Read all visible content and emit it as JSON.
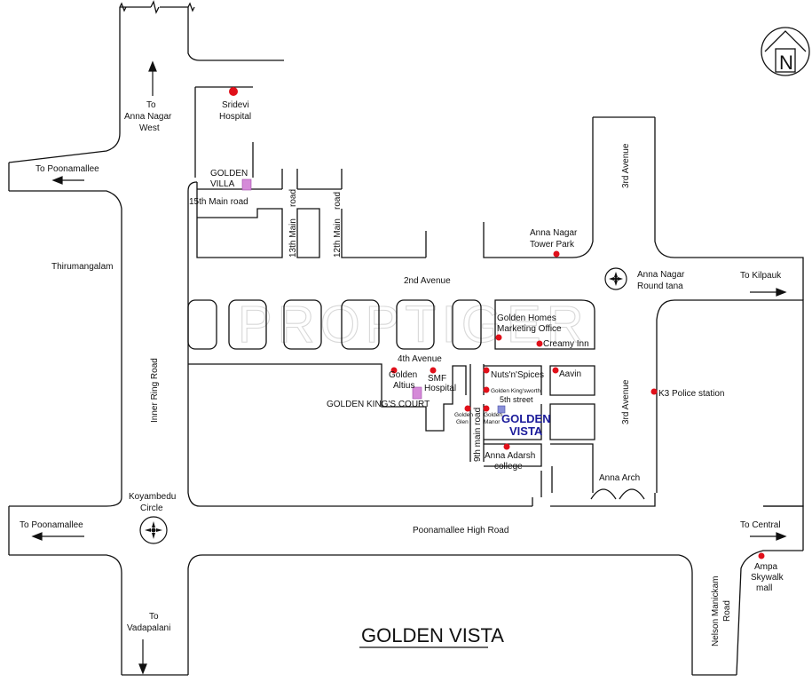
{
  "map": {
    "title": "GOLDEN VISTA",
    "watermark": "PROPTIGER",
    "compass_letter": "N",
    "colors": {
      "poi": "#e0101a",
      "property": "#d58ad8",
      "highlight_text": "#1a1a9a",
      "road": "#111111"
    },
    "direction_labels": {
      "to_anna_nagar_west_1": "To",
      "to_anna_nagar_west_2": "Anna Nagar",
      "to_anna_nagar_west_3": "West",
      "to_poonamallee_top": "To Poonamallee",
      "to_poonamallee_bottom": "To Poonamallee",
      "to_kilpauk": "To Kilpauk",
      "to_central": "To Central",
      "to_vadapalani_1": "To",
      "to_vadapalani_2": "Vadapalani"
    },
    "road_labels": {
      "main_15th": "15th Main road",
      "main_13th_a": "13th Main",
      "main_13th_b": "road",
      "main_12th_a": "12th Main",
      "main_12th_b": "road",
      "avenue_2nd": "2nd Avenue",
      "avenue_3rd_top": "3rd Avenue",
      "avenue_3rd_bottom": "3rd Avenue",
      "avenue_4th": "4th Avenue",
      "street_5th": "5th street",
      "main_9th": "9th main road",
      "inner_ring": "Inner Ring Road",
      "poonamallee_high": "Poonamallee High Road",
      "nelson_1": "Nelson Manickam",
      "nelson_2": "Road",
      "thirumangalam": "Thirumangalam"
    },
    "places": {
      "sridevi_1": "Sridevi",
      "sridevi_2": "Hospital",
      "golden_villa_1": "GOLDEN",
      "golden_villa_2": "VILLA",
      "tower_park_1": "Anna Nagar",
      "tower_park_2": "Tower Park",
      "round_tana_1": "Anna Nagar",
      "round_tana_2": "Round tana",
      "golden_homes_1": "Golden Homes",
      "golden_homes_2": "Marketing Office",
      "creamy_inn": "Creamy Inn",
      "golden_altius_1": "Golden",
      "golden_altius_2": "Altius",
      "smf_1": "SMF",
      "smf_2": "Hospital",
      "golden_kings_court": "GOLDEN KING'S COURT",
      "nuts_spices": "Nuts'n'Spices",
      "aavin": "Aavin",
      "golden_kingsworth": "Golden King'sworth",
      "golden_glen_1": "Golden",
      "golden_glen_2": "Glen",
      "golden_manor_1": "Golden",
      "golden_manor_2": "Manor",
      "golden_vista_1": "GOLDEN",
      "golden_vista_2": "VISTA",
      "anna_adarsh_1": "Anna Adarsh",
      "anna_adarsh_2": "college",
      "k3_police": "K3 Police station",
      "anna_arch": "Anna Arch",
      "koyambedu_1": "Koyambedu",
      "koyambedu_2": "Circle",
      "ampa_1": "Ampa",
      "ampa_2": "Skywalk",
      "ampa_3": "mall"
    }
  }
}
